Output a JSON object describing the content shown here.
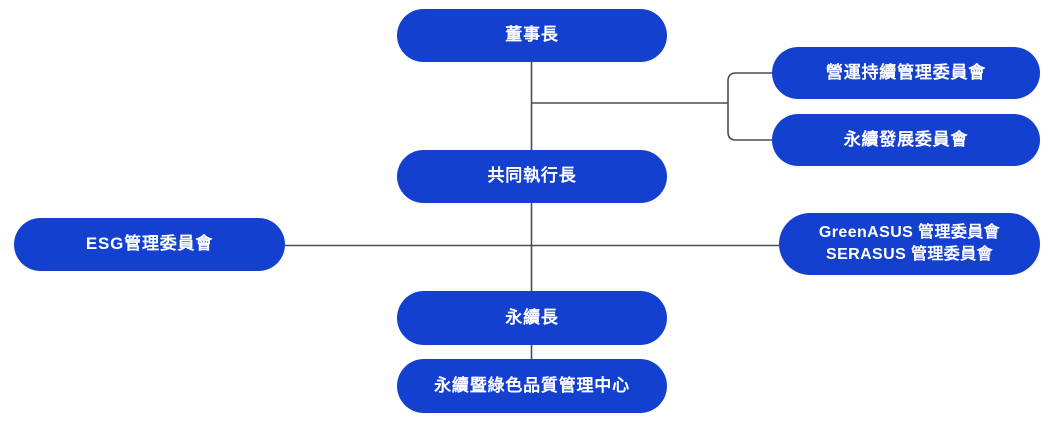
{
  "diagram": {
    "type": "org-chart",
    "colors": {
      "node_fill": "#1440d0",
      "node_text": "#ffffff",
      "line": "#4d4d4d",
      "background": "#ffffff"
    },
    "nodes": {
      "chairman": {
        "label": "董事長"
      },
      "business_continuity_committee": {
        "label": "營運持續管理委員會"
      },
      "sustainable_development_committee": {
        "label": "永續發展委員會"
      },
      "co_ceo": {
        "label": "共同執行長"
      },
      "esg_committee": {
        "label": "ESG管理委員會"
      },
      "green_serasus_committee": {
        "line1": "GreenASUS 管理委員會",
        "line2": "SERASUS 管理委員會"
      },
      "chief_sustainability_officer": {
        "label": "永續長"
      },
      "sustainability_green_quality_center": {
        "label": "永續暨綠色品質管理中心"
      }
    }
  }
}
